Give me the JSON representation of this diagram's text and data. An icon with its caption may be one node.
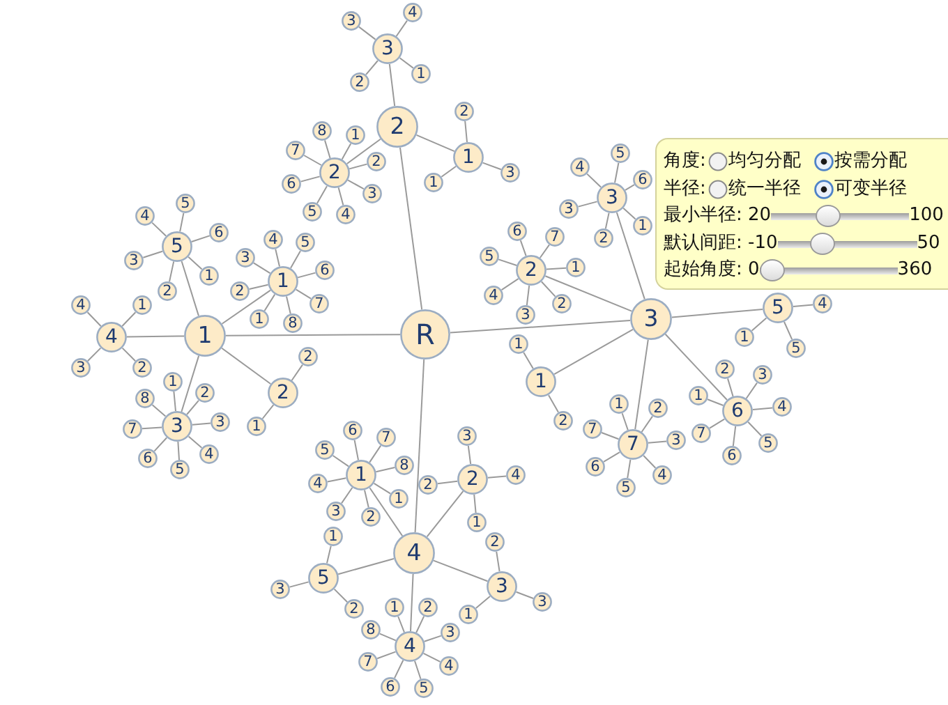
{
  "diagram": {
    "nodes": [
      {
        "text": [
          "R"
        ]
      },
      {
        "text": [
          "1"
        ]
      },
      {
        "text": [
          "1"
        ]
      },
      {
        "text": [
          "1"
        ]
      },
      {
        "text": [
          "2"
        ]
      },
      {
        "text": [
          "3"
        ]
      },
      {
        "text": [
          "4"
        ]
      },
      {
        "text": [
          "5"
        ]
      },
      {
        "text": [
          "6"
        ]
      },
      {
        "text": [
          "7"
        ]
      },
      {
        "text": [
          "8"
        ]
      },
      {
        "text": [
          "2"
        ]
      },
      {
        "text": [
          "1"
        ]
      },
      {
        "text": [
          "2"
        ]
      },
      {
        "text": [
          "3"
        ]
      },
      {
        "text": [
          "1"
        ]
      },
      {
        "text": [
          "2"
        ]
      },
      {
        "text": [
          "3"
        ]
      },
      {
        "text": [
          "4"
        ]
      },
      {
        "text": [
          "5"
        ]
      },
      {
        "text": [
          "6"
        ]
      },
      {
        "text": [
          "7"
        ]
      },
      {
        "text": [
          "8"
        ]
      },
      {
        "text": [
          "4"
        ]
      },
      {
        "text": [
          "1"
        ]
      },
      {
        "text": [
          "2"
        ]
      },
      {
        "text": [
          "3"
        ]
      },
      {
        "text": [
          "4"
        ]
      },
      {
        "text": [
          "5"
        ]
      },
      {
        "text": [
          "1"
        ]
      },
      {
        "text": [
          "2"
        ]
      },
      {
        "text": [
          "3"
        ]
      },
      {
        "text": [
          "4"
        ]
      },
      {
        "text": [
          "5"
        ]
      },
      {
        "text": [
          "6"
        ]
      },
      {
        "text": [
          "2"
        ]
      },
      {
        "text": [
          "1"
        ]
      },
      {
        "text": [
          "1"
        ]
      },
      {
        "text": [
          "2"
        ]
      },
      {
        "text": [
          "3"
        ]
      },
      {
        "text": [
          "2"
        ]
      },
      {
        "text": [
          "1"
        ]
      },
      {
        "text": [
          "2"
        ]
      },
      {
        "text": [
          "3"
        ]
      },
      {
        "text": [
          "4"
        ]
      },
      {
        "text": [
          "5"
        ]
      },
      {
        "text": [
          "6"
        ]
      },
      {
        "text": [
          "7"
        ]
      },
      {
        "text": [
          "8"
        ]
      },
      {
        "text": [
          "3"
        ]
      },
      {
        "text": [
          "1"
        ]
      },
      {
        "text": [
          "2"
        ]
      },
      {
        "text": [
          "3"
        ]
      },
      {
        "text": [
          "4"
        ]
      },
      {
        "text": [
          "3"
        ]
      },
      {
        "text": [
          "1"
        ]
      },
      {
        "text": [
          "1"
        ]
      },
      {
        "text": [
          "2"
        ]
      },
      {
        "text": [
          "2"
        ]
      },
      {
        "text": [
          "1"
        ]
      },
      {
        "text": [
          "2"
        ]
      },
      {
        "text": [
          "3"
        ]
      },
      {
        "text": [
          "4"
        ]
      },
      {
        "text": [
          "5"
        ]
      },
      {
        "text": [
          "6"
        ]
      },
      {
        "text": [
          "7"
        ]
      },
      {
        "text": [
          "3"
        ]
      },
      {
        "text": [
          "1"
        ]
      },
      {
        "text": [
          "2"
        ]
      },
      {
        "text": [
          "3"
        ]
      },
      {
        "text": [
          "4"
        ]
      },
      {
        "text": [
          "5"
        ]
      },
      {
        "text": [
          "6"
        ]
      },
      {
        "text": [
          "5"
        ]
      },
      {
        "text": [
          "1"
        ]
      },
      {
        "text": [
          "4"
        ]
      },
      {
        "text": [
          "5"
        ]
      },
      {
        "text": [
          "6"
        ]
      },
      {
        "text": [
          "1"
        ]
      },
      {
        "text": [
          "2"
        ]
      },
      {
        "text": [
          "3"
        ]
      },
      {
        "text": [
          "4"
        ]
      },
      {
        "text": [
          "5"
        ]
      },
      {
        "text": [
          "6"
        ]
      },
      {
        "text": [
          "7"
        ]
      },
      {
        "text": [
          "7"
        ]
      },
      {
        "text": [
          "1"
        ]
      },
      {
        "text": [
          "2"
        ]
      },
      {
        "text": [
          "3"
        ]
      },
      {
        "text": [
          "4"
        ]
      },
      {
        "text": [
          "5"
        ]
      },
      {
        "text": [
          "6"
        ]
      },
      {
        "text": [
          "7"
        ]
      },
      {
        "text": [
          "4"
        ]
      },
      {
        "text": [
          "1"
        ]
      },
      {
        "text": [
          "1"
        ]
      },
      {
        "text": [
          "2"
        ]
      },
      {
        "text": [
          "3"
        ]
      },
      {
        "text": [
          "4"
        ]
      },
      {
        "text": [
          "5"
        ]
      },
      {
        "text": [
          "6"
        ]
      },
      {
        "text": [
          "7"
        ]
      },
      {
        "text": [
          "8"
        ]
      },
      {
        "text": [
          "2"
        ]
      },
      {
        "text": [
          "1"
        ]
      },
      {
        "text": [
          "2"
        ]
      },
      {
        "text": [
          "3"
        ]
      },
      {
        "text": [
          "4"
        ]
      },
      {
        "text": [
          "3"
        ]
      },
      {
        "text": [
          "1"
        ]
      },
      {
        "text": [
          "2"
        ]
      },
      {
        "text": [
          "3"
        ]
      },
      {
        "text": [
          "4"
        ]
      },
      {
        "text": [
          "1"
        ]
      },
      {
        "text": [
          "2"
        ]
      },
      {
        "text": [
          "3"
        ]
      },
      {
        "text": [
          "4"
        ]
      },
      {
        "text": [
          "5"
        ]
      },
      {
        "text": [
          "6"
        ]
      },
      {
        "text": [
          "7"
        ]
      },
      {
        "text": [
          "8"
        ]
      },
      {
        "text": [
          "5"
        ]
      },
      {
        "text": [
          "1"
        ]
      },
      {
        "text": [
          "2"
        ]
      },
      {
        "text": [
          "3"
        ]
      },
      {
        "text": [
          "角度:",
          "均匀分配",
          "按需分配",
          "半径:",
          "统一半径",
          "可变半径",
          "最小半径: 20",
          "100",
          "默认间距: -10",
          "50",
          "起始角度: 0",
          "360"
        ]
      }
    ],
    "edges": [
      {
        "from": 0,
        "to": 1,
        "arrow": "none"
      },
      {
        "from": 0,
        "to": 35,
        "arrow": "none"
      },
      {
        "from": 0,
        "to": 54,
        "arrow": "none"
      },
      {
        "from": 0,
        "to": 93,
        "arrow": "none"
      },
      {
        "from": 1,
        "to": 2,
        "arrow": "none"
      },
      {
        "from": 1,
        "to": 11,
        "arrow": "none"
      },
      {
        "from": 1,
        "to": 14,
        "arrow": "none"
      },
      {
        "from": 1,
        "to": 23,
        "arrow": "none"
      },
      {
        "from": 1,
        "to": 28,
        "arrow": "none"
      },
      {
        "from": 2,
        "to": 3,
        "arrow": "none"
      },
      {
        "from": 2,
        "to": 4,
        "arrow": "none"
      },
      {
        "from": 2,
        "to": 5,
        "arrow": "none"
      },
      {
        "from": 2,
        "to": 6,
        "arrow": "none"
      },
      {
        "from": 2,
        "to": 7,
        "arrow": "none"
      },
      {
        "from": 2,
        "to": 8,
        "arrow": "none"
      },
      {
        "from": 2,
        "to": 9,
        "arrow": "none"
      },
      {
        "from": 2,
        "to": 10,
        "arrow": "none"
      },
      {
        "from": 11,
        "to": 12,
        "arrow": "none"
      },
      {
        "from": 11,
        "to": 13,
        "arrow": "none"
      },
      {
        "from": 14,
        "to": 15,
        "arrow": "none"
      },
      {
        "from": 14,
        "to": 16,
        "arrow": "none"
      },
      {
        "from": 14,
        "to": 17,
        "arrow": "none"
      },
      {
        "from": 14,
        "to": 18,
        "arrow": "none"
      },
      {
        "from": 14,
        "to": 19,
        "arrow": "none"
      },
      {
        "from": 14,
        "to": 20,
        "arrow": "none"
      },
      {
        "from": 14,
        "to": 21,
        "arrow": "none"
      },
      {
        "from": 14,
        "to": 22,
        "arrow": "none"
      },
      {
        "from": 23,
        "to": 24,
        "arrow": "none"
      },
      {
        "from": 23,
        "to": 25,
        "arrow": "none"
      },
      {
        "from": 23,
        "to": 26,
        "arrow": "none"
      },
      {
        "from": 23,
        "to": 27,
        "arrow": "none"
      },
      {
        "from": 28,
        "to": 29,
        "arrow": "none"
      },
      {
        "from": 28,
        "to": 30,
        "arrow": "none"
      },
      {
        "from": 28,
        "to": 31,
        "arrow": "none"
      },
      {
        "from": 28,
        "to": 32,
        "arrow": "none"
      },
      {
        "from": 28,
        "to": 33,
        "arrow": "none"
      },
      {
        "from": 28,
        "to": 34,
        "arrow": "none"
      },
      {
        "from": 35,
        "to": 36,
        "arrow": "none"
      },
      {
        "from": 35,
        "to": 40,
        "arrow": "none"
      },
      {
        "from": 35,
        "to": 49,
        "arrow": "none"
      },
      {
        "from": 36,
        "to": 37,
        "arrow": "none"
      },
      {
        "from": 36,
        "to": 38,
        "arrow": "none"
      },
      {
        "from": 36,
        "to": 39,
        "arrow": "none"
      },
      {
        "from": 40,
        "to": 41,
        "arrow": "none"
      },
      {
        "from": 40,
        "to": 42,
        "arrow": "none"
      },
      {
        "from": 40,
        "to": 43,
        "arrow": "none"
      },
      {
        "from": 40,
        "to": 44,
        "arrow": "none"
      },
      {
        "from": 40,
        "to": 45,
        "arrow": "none"
      },
      {
        "from": 40,
        "to": 46,
        "arrow": "none"
      },
      {
        "from": 40,
        "to": 47,
        "arrow": "none"
      },
      {
        "from": 40,
        "to": 48,
        "arrow": "none"
      },
      {
        "from": 49,
        "to": 50,
        "arrow": "none"
      },
      {
        "from": 49,
        "to": 51,
        "arrow": "none"
      },
      {
        "from": 49,
        "to": 52,
        "arrow": "none"
      },
      {
        "from": 49,
        "to": 53,
        "arrow": "none"
      },
      {
        "from": 54,
        "to": 55,
        "arrow": "none"
      },
      {
        "from": 54,
        "to": 58,
        "arrow": "none"
      },
      {
        "from": 54,
        "to": 66,
        "arrow": "none"
      },
      {
        "from": 54,
        "to": 73,
        "arrow": "none"
      },
      {
        "from": 54,
        "to": 77,
        "arrow": "none"
      },
      {
        "from": 54,
        "to": 85,
        "arrow": "none"
      },
      {
        "from": 55,
        "to": 56,
        "arrow": "none"
      },
      {
        "from": 55,
        "to": 57,
        "arrow": "none"
      },
      {
        "from": 58,
        "to": 59,
        "arrow": "none"
      },
      {
        "from": 58,
        "to": 60,
        "arrow": "none"
      },
      {
        "from": 58,
        "to": 61,
        "arrow": "none"
      },
      {
        "from": 58,
        "to": 62,
        "arrow": "none"
      },
      {
        "from": 58,
        "to": 63,
        "arrow": "none"
      },
      {
        "from": 58,
        "to": 64,
        "arrow": "none"
      },
      {
        "from": 58,
        "to": 65,
        "arrow": "none"
      },
      {
        "from": 66,
        "to": 67,
        "arrow": "none"
      },
      {
        "from": 66,
        "to": 68,
        "arrow": "none"
      },
      {
        "from": 66,
        "to": 69,
        "arrow": "none"
      },
      {
        "from": 66,
        "to": 70,
        "arrow": "none"
      },
      {
        "from": 66,
        "to": 71,
        "arrow": "none"
      },
      {
        "from": 66,
        "to": 72,
        "arrow": "none"
      },
      {
        "from": 73,
        "to": 74,
        "arrow": "none"
      },
      {
        "from": 73,
        "to": 75,
        "arrow": "none"
      },
      {
        "from": 73,
        "to": 76,
        "arrow": "none"
      },
      {
        "from": 77,
        "to": 78,
        "arrow": "none"
      },
      {
        "from": 77,
        "to": 79,
        "arrow": "none"
      },
      {
        "from": 77,
        "to": 80,
        "arrow": "none"
      },
      {
        "from": 77,
        "to": 81,
        "arrow": "none"
      },
      {
        "from": 77,
        "to": 82,
        "arrow": "none"
      },
      {
        "from": 77,
        "to": 83,
        "arrow": "none"
      },
      {
        "from": 77,
        "to": 84,
        "arrow": "none"
      },
      {
        "from": 85,
        "to": 86,
        "arrow": "none"
      },
      {
        "from": 85,
        "to": 87,
        "arrow": "none"
      },
      {
        "from": 85,
        "to": 88,
        "arrow": "none"
      },
      {
        "from": 85,
        "to": 89,
        "arrow": "none"
      },
      {
        "from": 85,
        "to": 90,
        "arrow": "none"
      },
      {
        "from": 85,
        "to": 91,
        "arrow": "none"
      },
      {
        "from": 85,
        "to": 92,
        "arrow": "none"
      },
      {
        "from": 93,
        "to": 94,
        "arrow": "none"
      },
      {
        "from": 93,
        "to": 103,
        "arrow": "none"
      },
      {
        "from": 93,
        "to": 108,
        "arrow": "none"
      },
      {
        "from": 93,
        "to": 112,
        "arrow": "none"
      },
      {
        "from": 93,
        "to": 121,
        "arrow": "none"
      },
      {
        "from": 94,
        "to": 95,
        "arrow": "none"
      },
      {
        "from": 94,
        "to": 96,
        "arrow": "none"
      },
      {
        "from": 94,
        "to": 97,
        "arrow": "none"
      },
      {
        "from": 94,
        "to": 98,
        "arrow": "none"
      },
      {
        "from": 94,
        "to": 99,
        "arrow": "none"
      },
      {
        "from": 94,
        "to": 100,
        "arrow": "none"
      },
      {
        "from": 94,
        "to": 101,
        "arrow": "none"
      },
      {
        "from": 94,
        "to": 102,
        "arrow": "none"
      },
      {
        "from": 103,
        "to": 104,
        "arrow": "none"
      },
      {
        "from": 103,
        "to": 105,
        "arrow": "none"
      },
      {
        "from": 103,
        "to": 106,
        "arrow": "none"
      },
      {
        "from": 103,
        "to": 107,
        "arrow": "none"
      },
      {
        "from": 108,
        "to": 109,
        "arrow": "none"
      },
      {
        "from": 108,
        "to": 110,
        "arrow": "none"
      },
      {
        "from": 108,
        "to": 111,
        "arrow": "none"
      },
      {
        "from": 112,
        "to": 113,
        "arrow": "none"
      },
      {
        "from": 112,
        "to": 114,
        "arrow": "none"
      },
      {
        "from": 112,
        "to": 115,
        "arrow": "none"
      },
      {
        "from": 112,
        "to": 116,
        "arrow": "none"
      },
      {
        "from": 112,
        "to": 117,
        "arrow": "none"
      },
      {
        "from": 112,
        "to": 118,
        "arrow": "none"
      },
      {
        "from": 112,
        "to": 119,
        "arrow": "none"
      },
      {
        "from": 112,
        "to": 120,
        "arrow": "none"
      },
      {
        "from": 121,
        "to": 122,
        "arrow": "none"
      },
      {
        "from": 121,
        "to": 123,
        "arrow": "none"
      },
      {
        "from": 121,
        "to": 124,
        "arrow": "none"
      }
    ]
  }
}
